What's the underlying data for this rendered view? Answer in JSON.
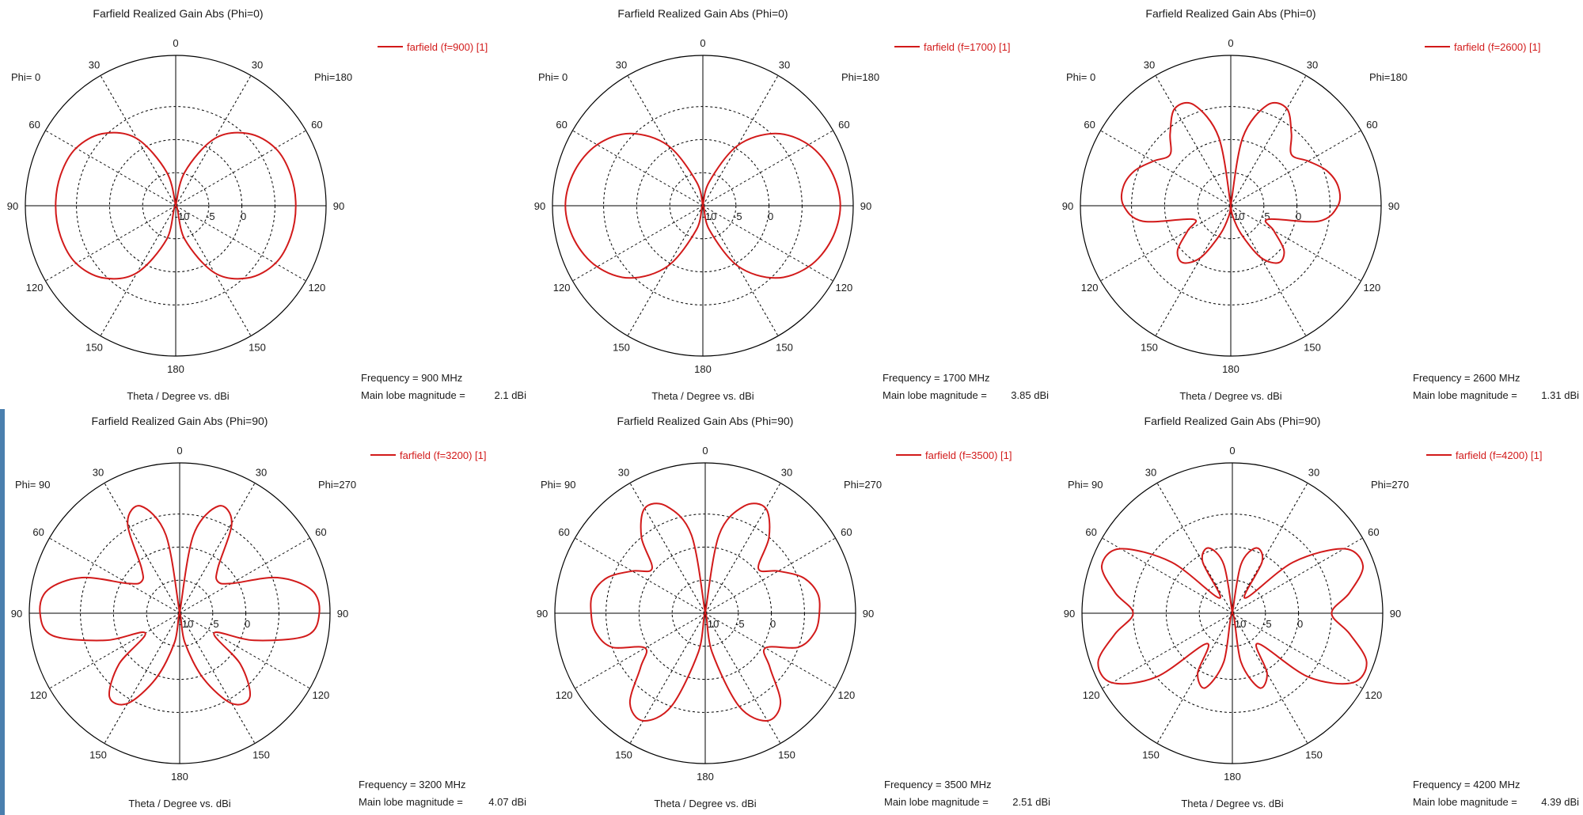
{
  "colors": {
    "trace": "#d21a1a",
    "axis": "#000000",
    "text": "#1a1a1a",
    "accent_bar": "#4a7fae"
  },
  "units": {
    "radial": "dBi",
    "angle": "deg"
  },
  "chart_data": [
    {
      "type": "polar-line",
      "title": "Farfield Realized Gain Abs (Phi=0)",
      "xlabel": "Theta / Degree vs. dBi",
      "legend": "farfield (f=900) [1]",
      "phi_left": "Phi=  0",
      "phi_right": "Phi=180",
      "angle_ticks": [
        "0",
        "30",
        "60",
        "90",
        "120",
        "150",
        "180",
        "150",
        "120",
        "90",
        "60",
        "30"
      ],
      "radial_ticks": [
        "-10",
        "-5",
        "0"
      ],
      "rlim": [
        -10,
        5
      ],
      "freq_label": "Frequency = 900 MHz",
      "main_lobe_label": "Main lobe magnitude =",
      "main_lobe_value": "2.1 dBi",
      "series": [
        {
          "theta": [
            0,
            15,
            30,
            45,
            60,
            75,
            90,
            105,
            120,
            135,
            150,
            165,
            180
          ],
          "gain": [
            -10,
            -6.5,
            -2.2,
            0.3,
            1.6,
            2.0,
            2.1,
            2.0,
            1.6,
            0.3,
            -2.2,
            -6.5,
            -10
          ]
        }
      ]
    },
    {
      "type": "polar-line",
      "title": "Farfield Realized Gain Abs (Phi=0)",
      "xlabel": "Theta / Degree vs. dBi",
      "legend": "farfield (f=1700) [1]",
      "phi_left": "Phi=  0",
      "phi_right": "Phi=180",
      "angle_ticks": [
        "0",
        "30",
        "60",
        "90",
        "120",
        "150",
        "180",
        "150",
        "120",
        "90",
        "60",
        "30"
      ],
      "radial_ticks": [
        "-10",
        "-5",
        "0"
      ],
      "rlim": [
        -10,
        5
      ],
      "freq_label": "Frequency = 1700 MHz",
      "main_lobe_label": "Main lobe magnitude =",
      "main_lobe_value": "3.85 dBi",
      "series": [
        {
          "theta": [
            0,
            15,
            30,
            45,
            60,
            75,
            90,
            105,
            120,
            135,
            150,
            165,
            180
          ],
          "gain": [
            -10,
            -7.5,
            -3.0,
            0.3,
            2.3,
            3.4,
            3.85,
            3.4,
            2.3,
            0.3,
            -3.0,
            -7.5,
            -10
          ]
        }
      ]
    },
    {
      "type": "polar-line",
      "title": "Farfield Realized Gain Abs (Phi=0)",
      "xlabel": "Theta / Degree vs. dBi",
      "legend": "farfield (f=2600) [1]",
      "phi_left": "Phi=  0",
      "phi_right": "Phi=180",
      "angle_ticks": [
        "0",
        "30",
        "60",
        "90",
        "120",
        "150",
        "180",
        "150",
        "120",
        "90",
        "60",
        "30"
      ],
      "radial_ticks": [
        "-10",
        "-5",
        "0"
      ],
      "rlim": [
        -10,
        5
      ],
      "freq_label": "Frequency = 2600 MHz",
      "main_lobe_label": "Main lobe magnitude =",
      "main_lobe_value": "1.31 dBi",
      "series": [
        {
          "theta": [
            0,
            10,
            20,
            30,
            40,
            50,
            60,
            70,
            80,
            90,
            100,
            110,
            120,
            130,
            140,
            150,
            160,
            170,
            180
          ],
          "gain": [
            -10,
            -3,
            0.8,
            1.3,
            -0.5,
            -2,
            -1,
            0.3,
            1.0,
            0.8,
            -1,
            -6,
            -5,
            -3,
            -2.5,
            -4,
            -7,
            -9,
            -10
          ]
        }
      ]
    },
    {
      "type": "polar-line",
      "title": "Farfield Realized Gain Abs (Phi=90)",
      "xlabel": "Theta / Degree vs. dBi",
      "legend": "farfield (f=3200) [1]",
      "phi_left": "Phi= 90",
      "phi_right": "Phi=270",
      "angle_ticks": [
        "0",
        "30",
        "60",
        "90",
        "120",
        "150",
        "180",
        "150",
        "120",
        "90",
        "60",
        "30"
      ],
      "radial_ticks": [
        "-10",
        "-5",
        "0"
      ],
      "rlim": [
        -10,
        5
      ],
      "freq_label": "Frequency = 3200 MHz",
      "main_lobe_label": "Main lobe magnitude =",
      "main_lobe_value": "4.07 dBi",
      "series": [
        {
          "theta": [
            0,
            10,
            20,
            30,
            40,
            50,
            60,
            70,
            80,
            90,
            100,
            110,
            120,
            130,
            140,
            150,
            160,
            170,
            180
          ],
          "gain": [
            -10,
            -2,
            1.5,
            0.5,
            -4,
            -5,
            -4,
            0.5,
            3.5,
            4.07,
            3,
            -2,
            -6,
            -2,
            1,
            0.5,
            -3,
            -7,
            -10
          ]
        }
      ]
    },
    {
      "type": "polar-line",
      "title": "Farfield Realized Gain Abs (Phi=90)",
      "xlabel": "Theta / Degree vs. dBi",
      "legend": "farfield (f=3500) [1]",
      "phi_left": "Phi= 90",
      "phi_right": "Phi=270",
      "angle_ticks": [
        "0",
        "30",
        "60",
        "90",
        "120",
        "150",
        "180",
        "150",
        "120",
        "90",
        "60",
        "30"
      ],
      "radial_ticks": [
        "-10",
        "-5",
        "0"
      ],
      "rlim": [
        -10,
        5
      ],
      "freq_label": "Frequency = 3500 MHz",
      "main_lobe_label": "Main lobe magnitude =",
      "main_lobe_value": "2.51 dBi",
      "series": [
        {
          "theta": [
            0,
            10,
            20,
            30,
            40,
            50,
            60,
            70,
            80,
            90,
            100,
            110,
            120,
            130,
            140,
            150,
            160,
            170,
            180
          ],
          "gain": [
            -10,
            -2,
            1.5,
            2.2,
            0,
            -3,
            -1.5,
            0.5,
            1.5,
            1.5,
            1.2,
            0,
            -3,
            -1.5,
            1.8,
            2.51,
            0,
            -6,
            -10
          ]
        }
      ]
    },
    {
      "type": "polar-line",
      "title": "Farfield Realized Gain Abs (Phi=90)",
      "xlabel": "Theta / Degree vs. dBi",
      "legend": "farfield (f=4200) [1]",
      "phi_left": "Phi= 90",
      "phi_right": "Phi=270",
      "angle_ticks": [
        "0",
        "30",
        "60",
        "90",
        "120",
        "150",
        "180",
        "150",
        "120",
        "90",
        "60",
        "30"
      ],
      "radial_ticks": [
        "-10",
        "-5",
        "0"
      ],
      "rlim": [
        -10,
        5
      ],
      "freq_label": "Frequency = 4200 MHz",
      "main_lobe_label": "Main lobe magnitude =",
      "main_lobe_value": "4.39 dBi",
      "series": [
        {
          "theta": [
            0,
            10,
            20,
            30,
            40,
            50,
            60,
            70,
            80,
            90,
            100,
            110,
            120,
            130,
            140,
            150,
            160,
            170,
            180
          ],
          "gain": [
            -10,
            -5,
            -3,
            -4,
            -8,
            -2,
            3,
            4,
            2,
            0,
            2,
            4.39,
            4,
            0,
            -6,
            -3,
            -2,
            -5,
            -10
          ]
        }
      ]
    }
  ]
}
